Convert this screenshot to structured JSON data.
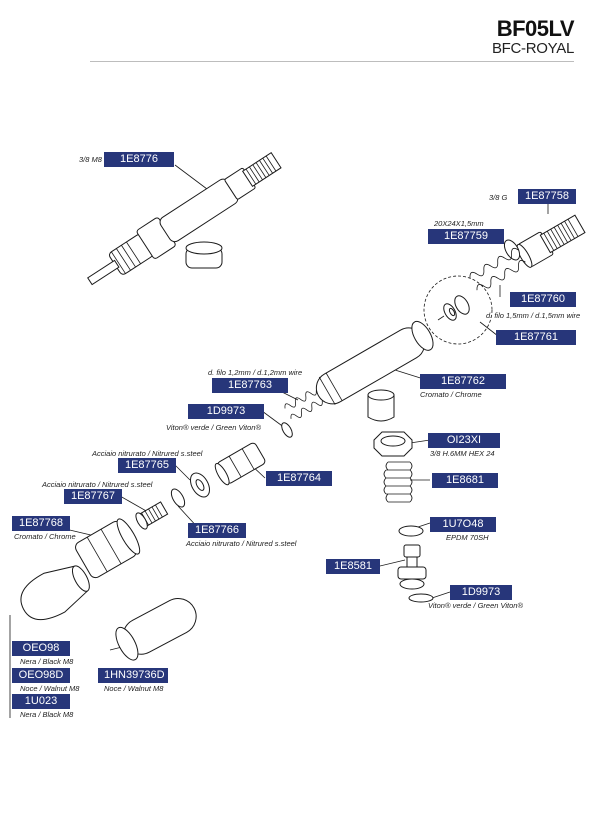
{
  "header": {
    "model": "BF05LV",
    "subtitle": "BFC-ROYAL"
  },
  "parts": {
    "p1E8776": "1E8776",
    "p1E87758": "1E87758",
    "p1E87759": "1E87759",
    "p1E87760": "1E87760",
    "p1E87761": "1E87761",
    "p1E87762": "1E87762",
    "p1E87763": "1E87763",
    "p1D9973a": "1D9973",
    "p1E87765": "1E87765",
    "p1E87764": "1E87764",
    "p1E87767": "1E87767",
    "p1E87766": "1E87766",
    "p1E87768": "1E87768",
    "pOI23XI": "OI23XI",
    "p1E8681": "1E8681",
    "p1U7O48": "1U7O48",
    "p1E8581": "1E8581",
    "p1D9973b": "1D9973",
    "pOEO98": "OEO98",
    "pOEO98D": "OEO98D",
    "p1U023": "1U023",
    "p1HN39736D": "1HN39736D"
  },
  "notes": {
    "n_38m8": "3/8 M8",
    "n_38g": "3/8 G",
    "n_20x24": "20X24X1,5mm",
    "n_filo15": "d. filo 1,5mm / d.1,5mm wire",
    "n_filo12": "d. filo 1,2mm / d.1,2mm wire",
    "n_cromato1": "Cromato / Chrome",
    "n_viton1": "Viton® verde / Green Viton®",
    "n_acc1": "Acciaio nitrurato / Nitrured s.steel",
    "n_acc2": "Acciaio nitrurato / Nitrured s.steel",
    "n_acc3": "Acciaio nitrurato / Nitrured s.steel",
    "n_cromato2": "Cromato / Chrome",
    "n_hex": "3/8 H.6MM HEX 24",
    "n_epdm": "EPDM 70SH",
    "n_viton2": "Viton® verde / Green Viton®",
    "n_nera1": "Nera / Black M8",
    "n_noce1": "Noce / Walnut M8",
    "n_nera2": "Nera / Black M8",
    "n_noce2": "Noce / Walnut M8"
  }
}
